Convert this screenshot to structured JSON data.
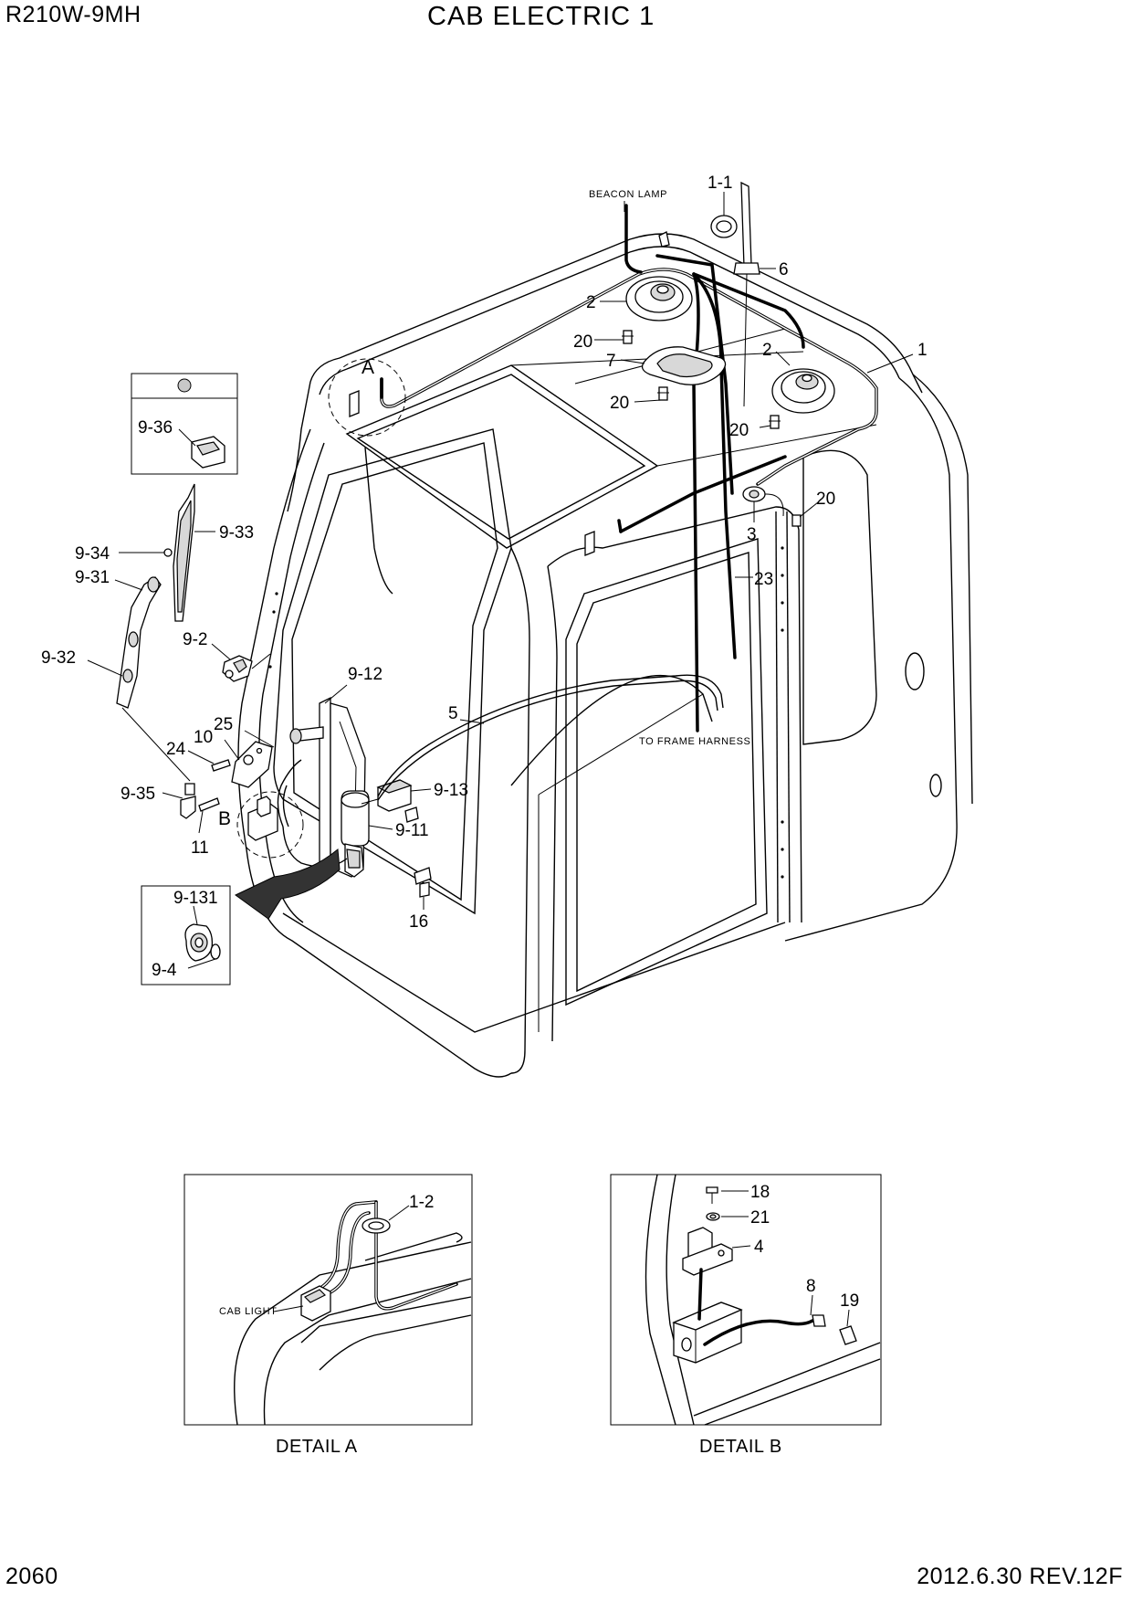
{
  "header": {
    "model": "R210W-9MH",
    "title": "CAB ELECTRIC 1"
  },
  "footer": {
    "page_number": "2060",
    "revision": "2012.6.30  REV.12F"
  },
  "notes": {
    "beacon_lamp": "BEACON LAMP",
    "to_frame_harness": "TO FRAME HARNESS",
    "cab_light": "CAB LIGHT"
  },
  "detail_refs": {
    "a": "A",
    "b": "B"
  },
  "callouts": {
    "p1_1": "1-1",
    "p6": "6",
    "p2_top": "2",
    "p20_a": "20",
    "p7": "7",
    "p20_b": "20",
    "p2_right": "2",
    "p1": "1",
    "p20_c": "20",
    "p20_d": "20",
    "p3": "3",
    "p23": "23",
    "p9_36": "9-36",
    "p9_33": "9-33",
    "p9_34": "9-34",
    "p9_31": "9-31",
    "p9_32": "9-32",
    "p9_2": "9-2",
    "p9_12": "9-12",
    "p5": "5",
    "p25": "25",
    "p10": "10",
    "p24": "24",
    "p9_13": "9-13",
    "p9_35": "9-35",
    "p11": "11",
    "p9_11": "9-11",
    "p16": "16",
    "p9_131": "9-131",
    "p9_4": "9-4",
    "p1_2": "1-2",
    "p18": "18",
    "p21": "21",
    "p4": "4",
    "p8": "8",
    "p19": "19"
  },
  "captions": {
    "detail_a": "DETAIL A",
    "detail_b": "DETAIL B"
  }
}
